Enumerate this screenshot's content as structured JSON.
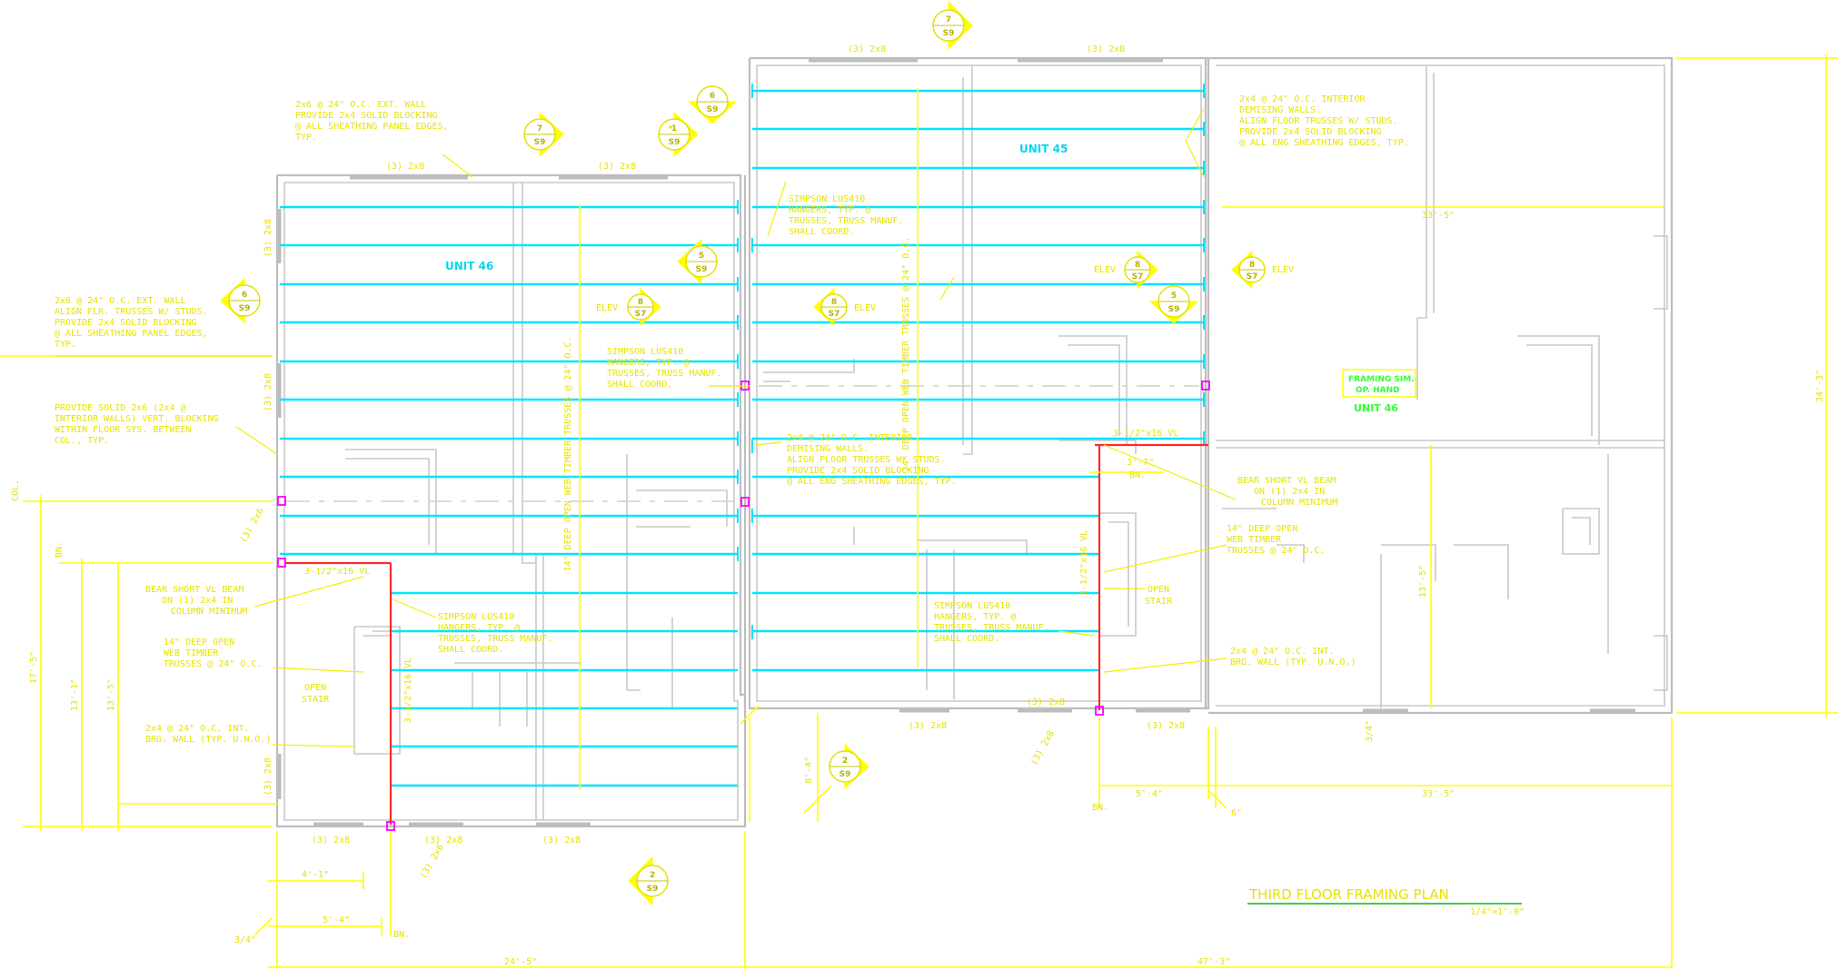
{
  "drawing": {
    "title": "THIRD FLOOR FRAMING PLAN",
    "scale": "1/4\"=1'-0\""
  },
  "units": {
    "left": "UNIT 46",
    "middle": "UNIT 45",
    "right": "UNIT 46",
    "right_note_line1": "FRAMING SIM.",
    "right_note_line2": "OP. HAND"
  },
  "headers": {
    "h1": "(3) 2x8",
    "h2": "(3) 2x8",
    "h3": "(3) 2x8",
    "h4": "(3) 2x8",
    "h5": "(3) 2x8",
    "h6": "(3) 2x8",
    "h7": "(3) 2x8",
    "h8": "(3) 2x8",
    "h9": "(3) 2x8",
    "h10": "(3) 2x8",
    "h11": "(3) 2x8",
    "h12": "(3) 2x8",
    "h13": "(3) 2x8",
    "h14": "(3) 2x8"
  },
  "notes": {
    "ext_wall_top": [
      "2x6 @ 24\" O.C. EXT. WALL",
      "PROVIDE 2x4 SOLID BLOCKING",
      "@ ALL SHEATHING PANEL EDGES,",
      "TYP."
    ],
    "ext_wall_left": [
      "2x6 @ 24\" O.C. EXT. WALL",
      "ALIGN FLR. TRUSSES W/ STUDS.",
      "PROVIDE 2x4 SOLID BLOCKING",
      "@ ALL SHEATHING PANEL EDGES,",
      "TYP."
    ],
    "solid_block": [
      "PROVIDE SOLID 2x6 (2x4 @",
      "INTERIOR WALLS) VERT. BLOCKING",
      "WITHIN FLOOR SYS. BETWEEN",
      "COL., TYP."
    ],
    "bear_left": [
      "BEAR SHORT VL BEAM",
      "ON (1) 2x4 IN",
      "COLUMN MINIMUM"
    ],
    "web_left": [
      "14\" DEEP OPEN",
      "WEB TIMBER",
      "TRUSSES @ 24\" O.C."
    ],
    "brg_left": [
      "2x4 @ 24\" O.C. INT.",
      "BRG. WALL (TYP. U.N.O.)"
    ],
    "hanger_left": [
      "SIMPSON LUS410",
      "HANGERS, TYP. @",
      "TRUSSES, TRUSS MANUF.",
      "SHALL COORD."
    ],
    "hanger_mid_top": [
      "SIMPSON LUS410",
      "HANGERS, TYP. @",
      "TRUSSES, TRUSS MANUF.",
      "SHALL COORD."
    ],
    "hanger_mid_left": [
      "SIMPSON LUS410",
      "HANGERS, TYP. @",
      "TRUSSES, TRUSS MANUF.",
      "SHALL COORD."
    ],
    "demising_mid": [
      "2x4 @ 24\" O.C. INTERIOR",
      "DEMISING WALLS.",
      "ALIGN FLOOR TRUSSES W/ STUDS.",
      "PROVIDE 2x4 SOLID BLOCKING",
      "@ ALL ENG SHEATHING EDGES, TYP."
    ],
    "hanger_mid_bottom": [
      "SIMPSON LUS410",
      "HANGERS, TYP. @",
      "TRUSSES, TRUSS MANUF.",
      "SHALL COORD."
    ],
    "demising_right": [
      "2x4 @ 24\" O.C. INTERIOR",
      "DEMISING WALLS.",
      "ALIGN FLOOR TRUSSES W/ STUDS.",
      "PROVIDE 2x4 SOLID BLOCKING",
      "@ ALL ENG SHEATHING EDGES, TYP."
    ],
    "bear_right": [
      "BEAR SHORT VL BEAM",
      "ON (1) 2x4 IN",
      "COLUMN MINIMUM"
    ],
    "web_right": [
      "14\" DEEP OPEN",
      "WEB TIMBER",
      "TRUSSES @ 24\" O.C."
    ],
    "brg_right": [
      "2x4 @ 24\" O.C. INT.",
      "BRG. WALL (TYP. U.N.O.)"
    ],
    "open_stair_left": [
      "OPEN",
      "STAIR"
    ],
    "open_stair_right": [
      "OPEN",
      "STAIR"
    ],
    "elev1": "ELEV",
    "elev2": "ELEV",
    "elev3": "ELEV",
    "elev4": "ELEV",
    "beam_left": "3-1/2\"x16 VL",
    "beam_left_vert": "3-1/2\"x16 VL",
    "beam_right": "3-1/2\"x16 VL",
    "beam_right_vert": "3-1/2\"x16 VL",
    "truss_dir_left": "14\" DEEP OPEN WEB TIMBER TRUSSES @ 24\" O.C.",
    "truss_dir_mid": "14\" DEEP OPEN WEB TIMBER TRUSSES @ 24\" O.C.",
    "col_left": "(3) 2x6",
    "col_mid": "(3) 2x6"
  },
  "tags": {
    "t1": {
      "top": "7",
      "bottom": "S9"
    },
    "t2": {
      "top": "1",
      "bottom": "S9"
    },
    "t3": {
      "top": "6",
      "bottom": "S9"
    },
    "t4": {
      "top": "7",
      "bottom": "S9"
    },
    "t5": {
      "top": "5",
      "bottom": "S9"
    },
    "t6": {
      "top": "6",
      "bottom": "S9"
    },
    "t7": {
      "top": "5",
      "bottom": "S9"
    },
    "t8": {
      "top": "2",
      "bottom": "S9"
    },
    "t9": {
      "top": "2",
      "bottom": "S9"
    },
    "t10": {
      "top": "7",
      "bottom": "S9"
    },
    "t11": {
      "top": "8",
      "bottom": "S7"
    },
    "t12": {
      "top": "8",
      "bottom": "S7"
    },
    "t13": {
      "top": "8",
      "bottom": "S7"
    },
    "t14": {
      "top": "8",
      "bottom": "S7"
    }
  },
  "dimensions": {
    "d_total_left": "24'-5\"",
    "d_total_right": "47'-3\"",
    "d_4_1": "4'-1\"",
    "d_5_4": "5'-4\"",
    "d_3_4": "3/4\"",
    "d_bn_bottom": "BN.",
    "d_right_top": "33'-5\"",
    "d_right_mid": "33'-5\"",
    "d_right_height": "34'-3\"",
    "d_5_4b": "5'-4\"",
    "d_3_7": "3'-7\"",
    "d_bn_right": "BN.",
    "d_bn_mid": "BN.",
    "d_6": "6\"",
    "d_13_5": "13'-5\"",
    "d_17_5": "17'-5\"",
    "d_13_1": "13'-1\"",
    "d_13_5b": "13'-5\"",
    "d_col": "COL.",
    "d_bn_left": "BN.",
    "d_8_4": "8'-4\"",
    "d_3_4b": "3/4\""
  }
}
